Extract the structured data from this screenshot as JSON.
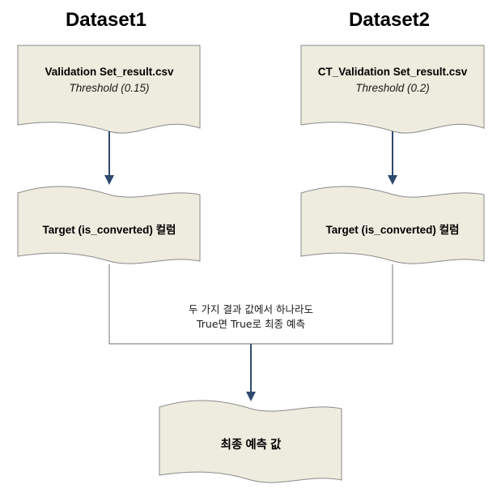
{
  "headings": {
    "left": "Dataset1",
    "right": "Dataset2"
  },
  "nodes": {
    "left_source": {
      "title": "Validation Set_result.csv",
      "subtitle": "Threshold (0.15)"
    },
    "right_source": {
      "title": "CT_Validation Set_result.csv",
      "subtitle": "Threshold (0.2)"
    },
    "left_target": {
      "title": "Target (is_converted) 컬럼"
    },
    "right_target": {
      "title": "Target (is_converted) 컬럼"
    },
    "final": {
      "title": "최종 예측 값"
    }
  },
  "merge_label": {
    "line1": "두 가지 결과 값에서 하나라도",
    "line2": "True면 True로 최종 예측"
  },
  "colors": {
    "document_fill": "#eeecdf",
    "document_border": "#8a8a8a",
    "arrow": "#2e4a6e",
    "connector": "#8c8c8c"
  }
}
